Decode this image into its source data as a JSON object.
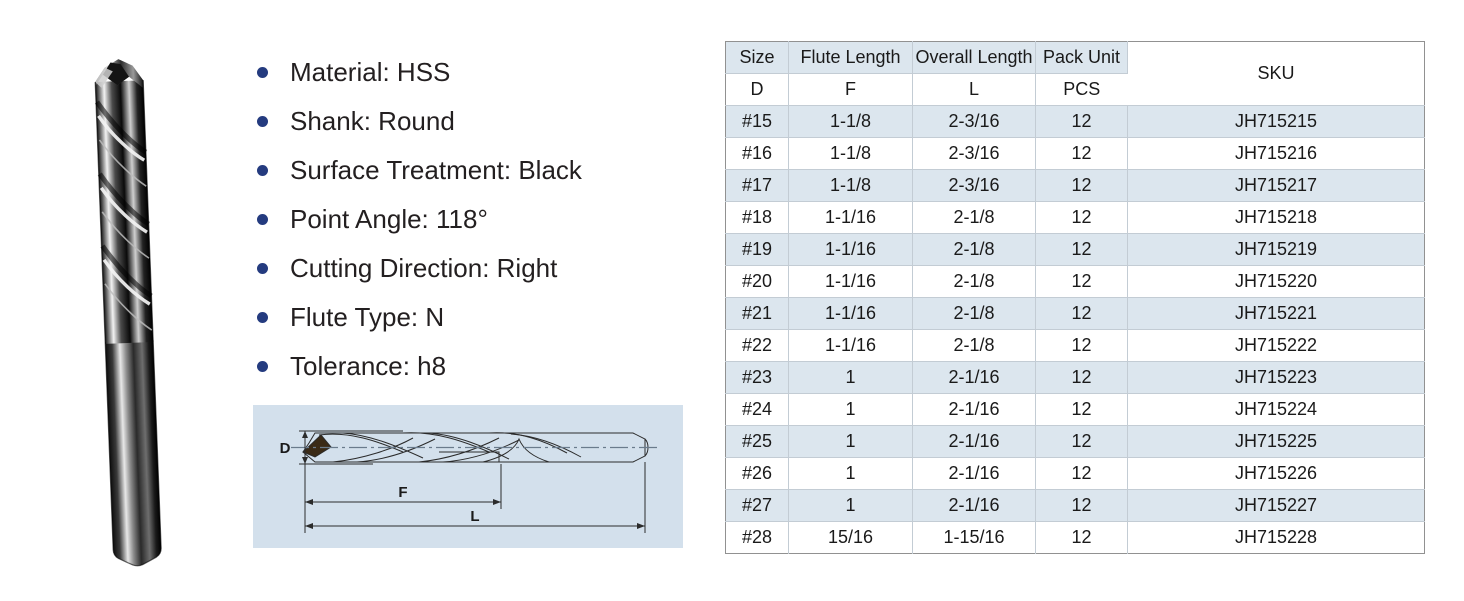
{
  "product": {
    "photo_alt": "black-oxide-twist-drill-bit"
  },
  "specs": [
    {
      "label": "Material: HSS"
    },
    {
      "label": "Shank: Round"
    },
    {
      "label": "Surface Treatment: Black"
    },
    {
      "label": "Point Angle: 118°"
    },
    {
      "label": "Cutting Direction: Right"
    },
    {
      "label": "Flute Type: N"
    },
    {
      "label": "Tolerance: h8"
    }
  ],
  "diagram": {
    "labels": {
      "diameter": "D",
      "flute_length": "F",
      "overall_length": "L"
    },
    "background_color": "#d3e0ec"
  },
  "table": {
    "header_top": [
      "Size",
      "Flute Length",
      "Overall Length",
      "Pack Unit",
      "SKU"
    ],
    "header_sub": [
      "D",
      "F",
      "L",
      "PCS"
    ],
    "rows": [
      {
        "size": "#15",
        "flute_length": "1-1/8",
        "overall_length": "2-3/16",
        "pack_unit": "12",
        "sku": "JH715215"
      },
      {
        "size": "#16",
        "flute_length": "1-1/8",
        "overall_length": "2-3/16",
        "pack_unit": "12",
        "sku": "JH715216"
      },
      {
        "size": "#17",
        "flute_length": "1-1/8",
        "overall_length": "2-3/16",
        "pack_unit": "12",
        "sku": "JH715217"
      },
      {
        "size": "#18",
        "flute_length": "1-1/16",
        "overall_length": "2-1/8",
        "pack_unit": "12",
        "sku": "JH715218"
      },
      {
        "size": "#19",
        "flute_length": "1-1/16",
        "overall_length": "2-1/8",
        "pack_unit": "12",
        "sku": "JH715219"
      },
      {
        "size": "#20",
        "flute_length": "1-1/16",
        "overall_length": "2-1/8",
        "pack_unit": "12",
        "sku": "JH715220"
      },
      {
        "size": "#21",
        "flute_length": "1-1/16",
        "overall_length": "2-1/8",
        "pack_unit": "12",
        "sku": "JH715221"
      },
      {
        "size": "#22",
        "flute_length": "1-1/16",
        "overall_length": "2-1/8",
        "pack_unit": "12",
        "sku": "JH715222"
      },
      {
        "size": "#23",
        "flute_length": "1",
        "overall_length": "2-1/16",
        "pack_unit": "12",
        "sku": "JH715223"
      },
      {
        "size": "#24",
        "flute_length": "1",
        "overall_length": "2-1/16",
        "pack_unit": "12",
        "sku": "JH715224"
      },
      {
        "size": "#25",
        "flute_length": "1",
        "overall_length": "2-1/16",
        "pack_unit": "12",
        "sku": "JH715225"
      },
      {
        "size": "#26",
        "flute_length": "1",
        "overall_length": "2-1/16",
        "pack_unit": "12",
        "sku": "JH715226"
      },
      {
        "size": "#27",
        "flute_length": "1",
        "overall_length": "2-1/16",
        "pack_unit": "12",
        "sku": "JH715227"
      },
      {
        "size": "#28",
        "flute_length": "15/16",
        "overall_length": "1-15/16",
        "pack_unit": "12",
        "sku": "JH715228"
      }
    ],
    "stripe_color": "#dce6ee",
    "header_color": "#dce6ee",
    "border_color": "#919191"
  },
  "colors": {
    "bullet": "#243b7f",
    "text": "#231f20",
    "panel": "#d3e0ec"
  }
}
